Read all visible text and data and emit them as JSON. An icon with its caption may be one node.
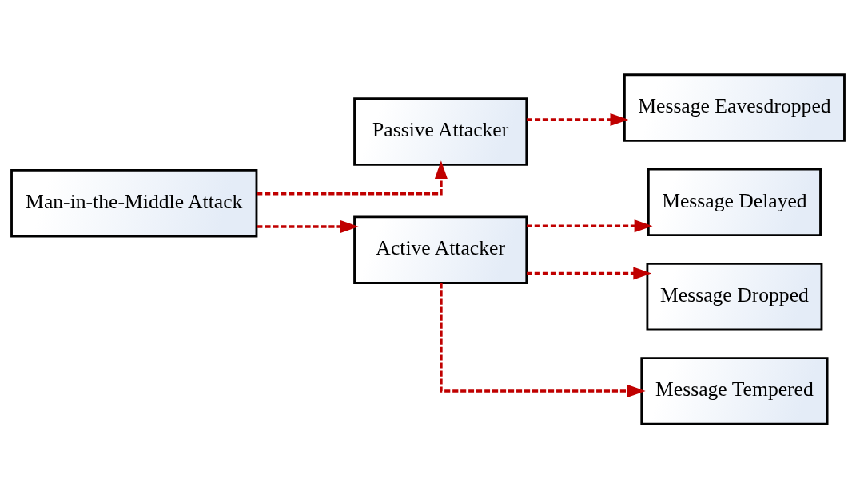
{
  "diagram": {
    "nodes": [
      {
        "text": [
          "Man-in-the-Middle Attack"
        ]
      },
      {
        "text": [
          "Passive Attacker"
        ]
      },
      {
        "text": [
          "Message Eavesdropped"
        ]
      },
      {
        "text": [
          "Active Attacker"
        ]
      },
      {
        "text": [
          "Message Delayed"
        ]
      },
      {
        "text": [
          "Message Dropped"
        ]
      },
      {
        "text": [
          "Message Tempered"
        ]
      }
    ],
    "edges": [
      {
        "from": 0,
        "to": 1,
        "arrow": "to",
        "style": "dashed",
        "color": "#c00000"
      },
      {
        "from": 0,
        "to": 3,
        "arrow": "to",
        "style": "dashed",
        "color": "#c00000"
      },
      {
        "from": 1,
        "to": 2,
        "arrow": "to",
        "style": "dashed",
        "color": "#c00000"
      },
      {
        "from": 3,
        "to": 4,
        "arrow": "to",
        "style": "dashed",
        "color": "#c00000"
      },
      {
        "from": 3,
        "to": 5,
        "arrow": "to",
        "style": "dashed",
        "color": "#c00000"
      },
      {
        "from": 3,
        "to": 6,
        "arrow": "to",
        "style": "dashed",
        "color": "#c00000"
      }
    ]
  }
}
